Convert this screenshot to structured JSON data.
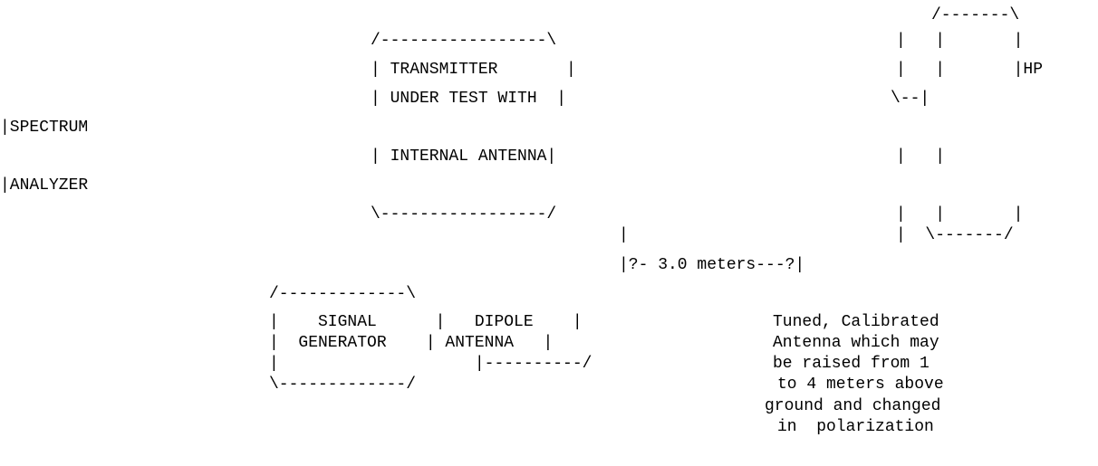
{
  "diagram": {
    "top_right": {
      "line1": "/-------\\",
      "line2": "|   |       |",
      "line3": "|   |       |HP",
      "line4": "\\--|",
      "line5": "|   |",
      "line6": "|   |       |",
      "line7": "|  \\-------/"
    },
    "transmitter_box": {
      "top": "/-----------------\\",
      "row1": "| TRANSMITTER       |",
      "row2": "| UNDER TEST WITH  |",
      "row3": "| INTERNAL ANTENNA|",
      "bottom": "\\-----------------/",
      "stem": "|"
    },
    "left_labels": {
      "line1": "|SPECTRUM",
      "line2": "|ANALYZER"
    },
    "distance_line": "|?- 3.0 meters---?|",
    "generator_box": {
      "top": "/-------------\\",
      "row1": "|    SIGNAL      |   DIPOLE    |",
      "row2": "|  GENERATOR    | ANTENNA   |",
      "row3": "|                    |----------/",
      "bottom": "\\-------------/"
    },
    "note": {
      "line1": "Tuned, Calibrated",
      "line2": "Antenna which may",
      "line3": "be raised from 1",
      "line4": "to 4 meters above",
      "line5": "ground and changed",
      "line6": "in  polarization"
    }
  }
}
